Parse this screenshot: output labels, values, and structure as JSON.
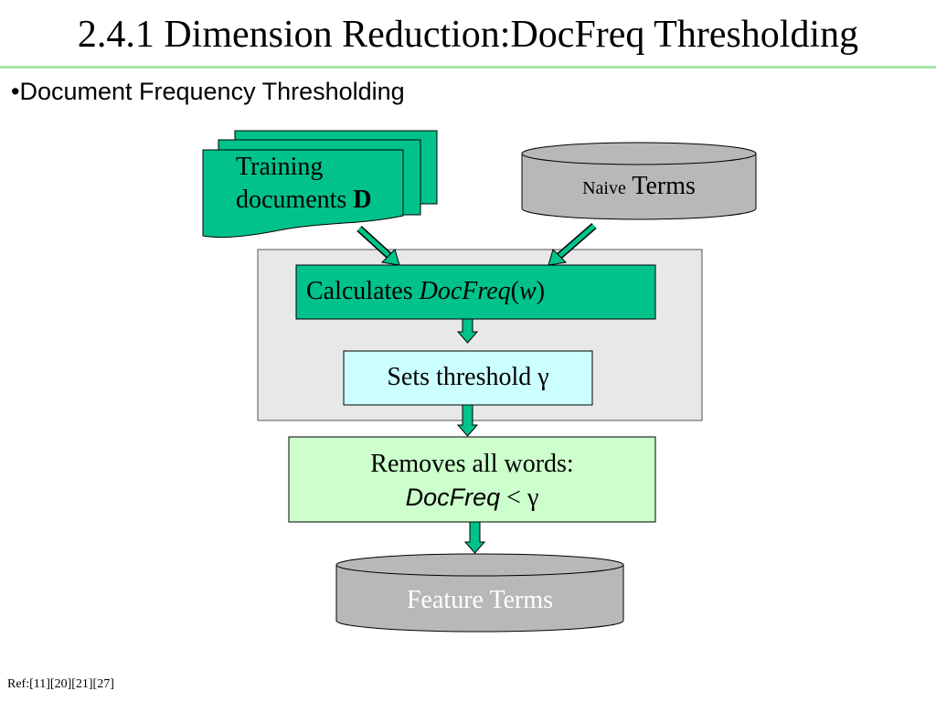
{
  "slide": {
    "title": "2.4.1 Dimension Reduction:DocFreq Thresholding",
    "bullet": "•Document Frequency Thresholding",
    "reference": "Ref:[11][20][21][27]"
  },
  "diagram": {
    "training_docs": {
      "line1": "Training",
      "line2_prefix": "documents ",
      "line2_bold": "D"
    },
    "naive_terms": {
      "small": "Naive",
      "large": " Terms"
    },
    "calculates": {
      "prefix": "Calculates ",
      "italic": "DocFreq",
      "paren_open": "(",
      "var": "w",
      "paren_close": ")"
    },
    "sets_threshold": {
      "text": "Sets threshold ",
      "symbol": "γ"
    },
    "removes": {
      "line1": "Removes all words:",
      "italic": "DocFreq",
      "rest": " < γ"
    },
    "feature_terms": "Feature Terms"
  },
  "colors": {
    "teal": "#00c28a",
    "light_cyan": "#ccffff",
    "light_green": "#ccffcc",
    "gray_panel": "#e8e8e8",
    "cylinder_gray": "#b8b8b8",
    "title_rule": "#a8e6a8"
  }
}
